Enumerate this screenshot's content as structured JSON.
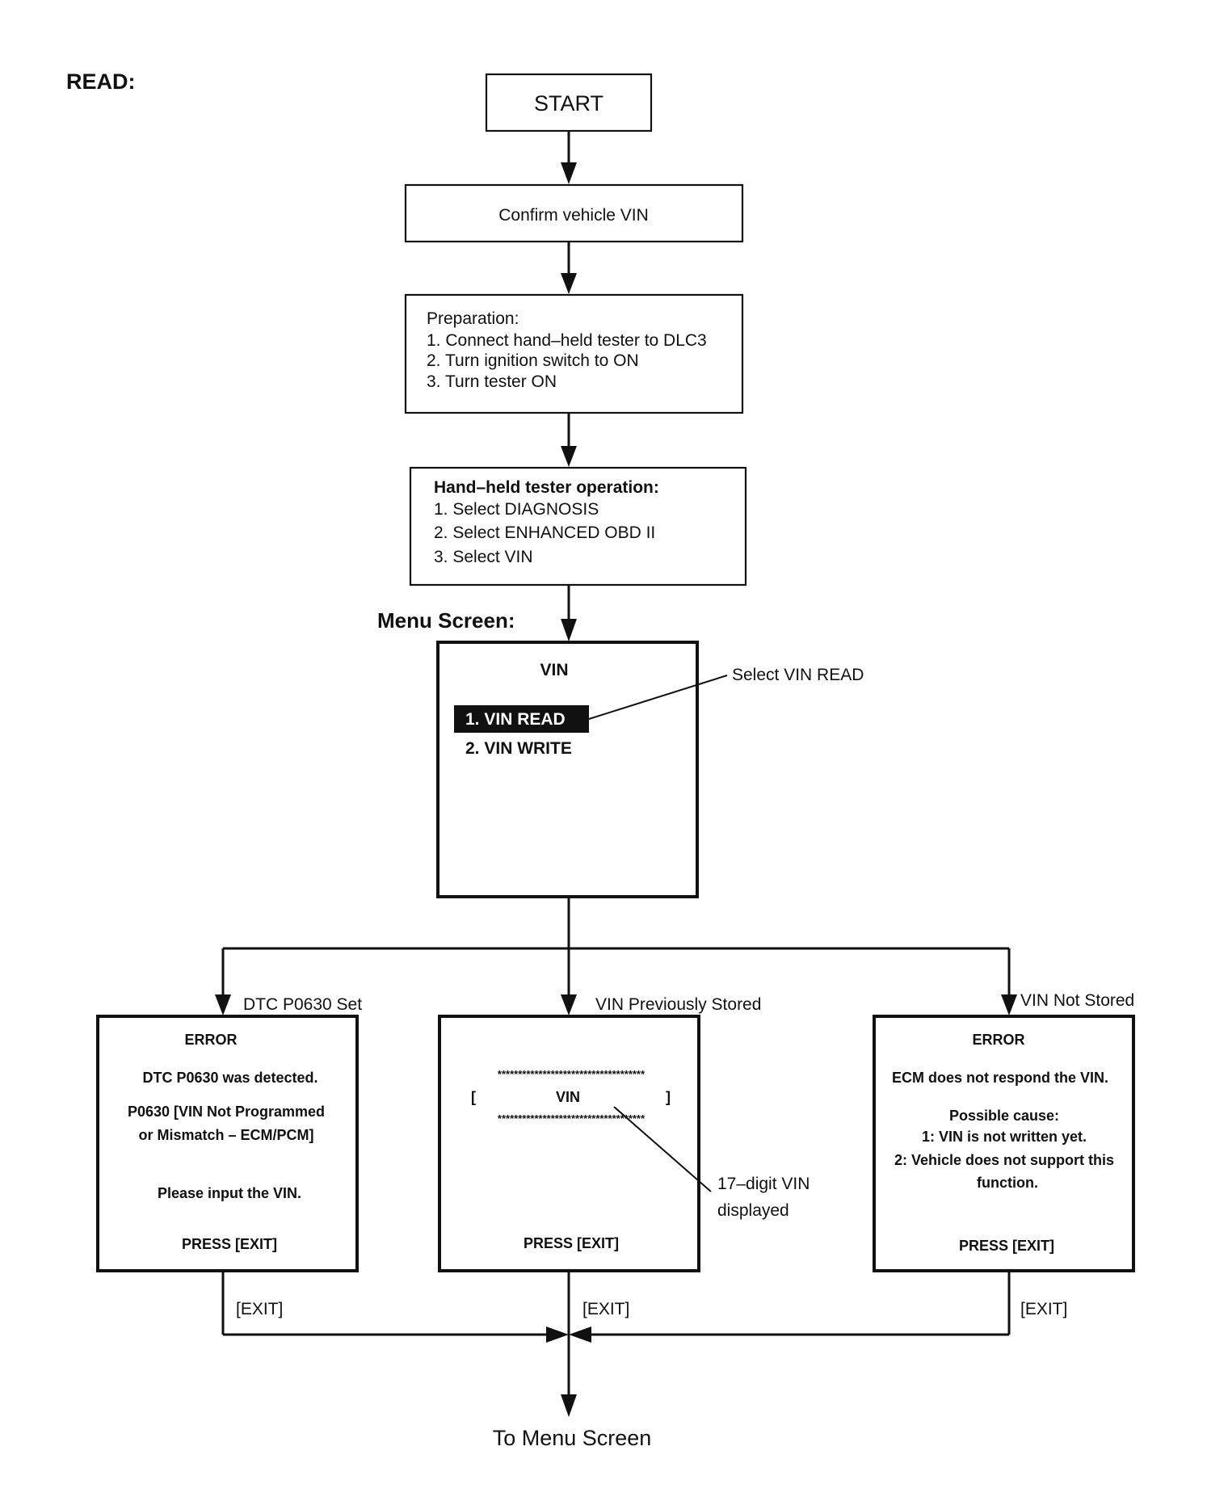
{
  "title": "READ:",
  "steps": {
    "start": "START",
    "confirm": "Confirm vehicle VIN",
    "preparation": {
      "heading": "Preparation:",
      "items": [
        "1. Connect hand–held tester to DLC3",
        "2. Turn ignition switch to ON",
        "3. Turn tester ON"
      ]
    },
    "tester_operation": {
      "heading": "Hand–held tester operation:",
      "items": [
        "1. Select DIAGNOSIS",
        "2. Select ENHANCED OBD II",
        "3. Select VIN"
      ]
    }
  },
  "menu_screen": {
    "label": "Menu Screen:",
    "title": "VIN",
    "options": [
      "1. VIN READ",
      "2. VIN WRITE"
    ],
    "callout": "Select VIN READ"
  },
  "branches": {
    "left": {
      "label": "DTC P0630 Set",
      "title": "ERROR",
      "line1": "DTC P0630 was detected.",
      "line2": "P0630  [VIN Not Programmed",
      "line3": "or Mismatch – ECM/PCM]",
      "line4": "Please input the VIN.",
      "press": "PRESS [EXIT]",
      "exit": "[EXIT]"
    },
    "center": {
      "label": "VIN Previously Stored",
      "stars": "************************************",
      "bracket_left": "[",
      "vin": "VIN",
      "bracket_right": "]",
      "callout_line1": "17–digit VIN",
      "callout_line2": "displayed",
      "press": "PRESS [EXIT]",
      "exit": "[EXIT]"
    },
    "right": {
      "label": "VIN Not Stored",
      "title": "ERROR",
      "line1": "ECM does not respond the VIN.",
      "line2": "Possible cause:",
      "line3": "1: VIN is not written yet.",
      "line4": "2: Vehicle does not support this",
      "line5": "function.",
      "press": "PRESS [EXIT]",
      "exit": "[EXIT]"
    }
  },
  "end": "To Menu Screen"
}
